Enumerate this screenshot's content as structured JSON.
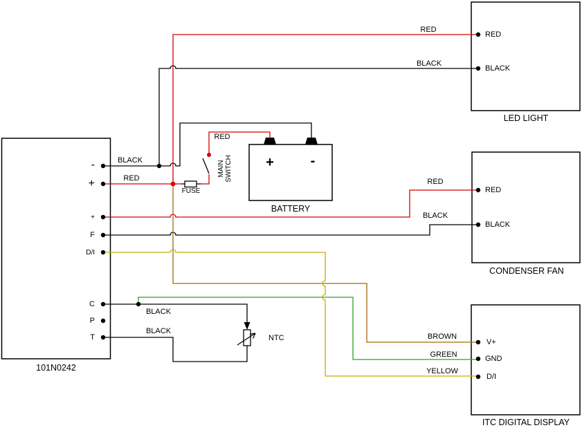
{
  "colors": {
    "black": "#000000",
    "red": "#d40000",
    "brown": "#a0690a",
    "green": "#2aa02a",
    "yellow": "#c4b000",
    "junction_red": "#e60000",
    "box_fill": "#ffffff"
  },
  "controller": {
    "label": "101N0242",
    "terminals": [
      "-",
      "+",
      "+",
      "F",
      "D/I",
      "C",
      "P",
      "T"
    ]
  },
  "battery": {
    "label": "BATTERY",
    "plus": "+",
    "minus": "-"
  },
  "led_light": {
    "label": "LED LIGHT",
    "terminals": [
      "RED",
      "BLACK"
    ]
  },
  "condenser_fan": {
    "label": "CONDENSER FAN",
    "terminals": [
      "RED",
      "BLACK"
    ]
  },
  "itc_display": {
    "label": "ITC DIGITAL DISPLAY",
    "terminals": [
      "V+",
      "GND",
      "D/I"
    ]
  },
  "components": {
    "fuse": "FUSE",
    "main_switch": "MAIN SWITCH",
    "ntc": "NTC"
  },
  "wire_labels": {
    "minus_wire": "BLACK",
    "plus_wire": "RED",
    "battery_wire": "RED",
    "led_red": "RED",
    "led_black": "BLACK",
    "fan_red": "RED",
    "fan_black": "BLACK",
    "display_brown": "BROWN",
    "display_green": "GREEN",
    "display_yellow": "YELLOW",
    "c_wire": "BLACK",
    "t_wire": "BLACK"
  }
}
